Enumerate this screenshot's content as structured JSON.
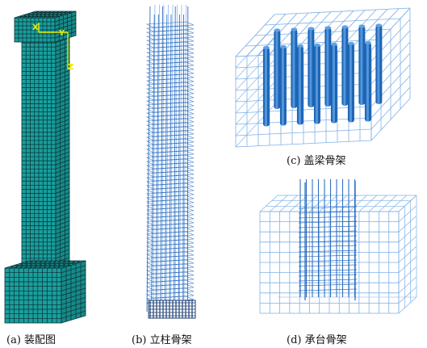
{
  "figure": {
    "captions": {
      "a": "(a) 装配图",
      "b": "(b) 立柱骨架",
      "c": "(c) 盖梁骨架",
      "d": "(d) 承台骨架"
    },
    "axes": {
      "x": "X",
      "y": "Y",
      "z": "Z"
    }
  },
  "colors": {
    "mesh_fill": "#1a9e9e",
    "mesh_line": "#0b2f2f",
    "rebar": "#2f6fbf",
    "rebar_light": "#7fb0e8",
    "bar_dark": "#1e64b4",
    "bar_light": "#5ea2e6",
    "axis": "#e8e800"
  }
}
